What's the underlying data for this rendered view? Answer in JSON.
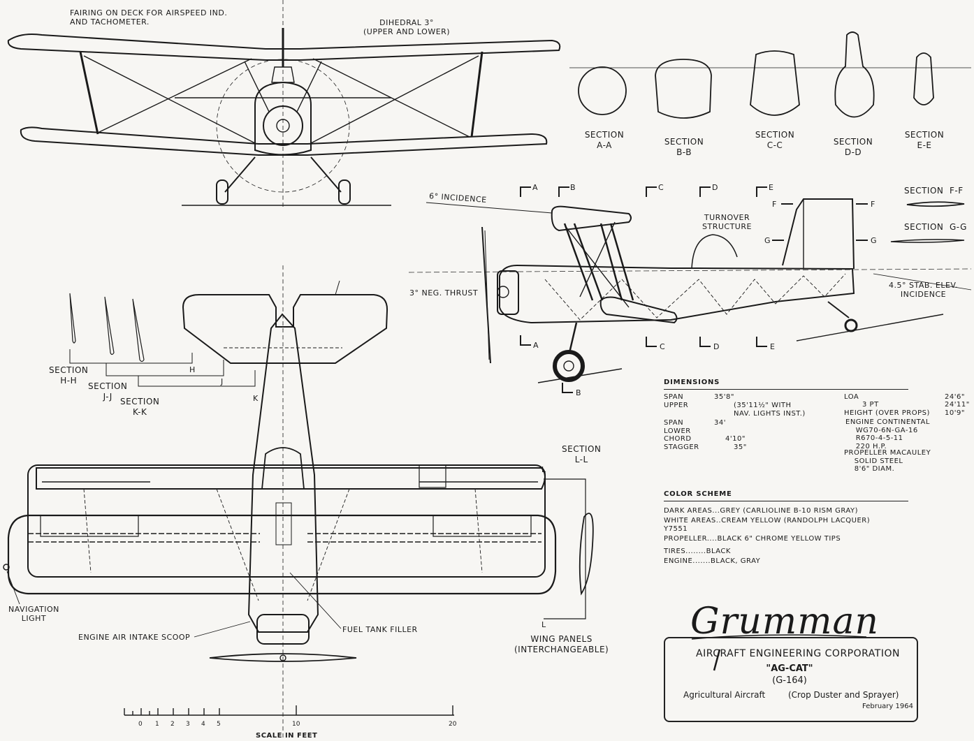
{
  "front_view": {
    "fairing_note": "FAIRING ON DECK FOR AIRSPEED IND.\nAND TACHOMETER.",
    "dihedral_note": "DIHEDRAL 3°\n(UPPER AND LOWER)"
  },
  "sections_top": [
    {
      "id": "a",
      "label": "SECTION\nA-A"
    },
    {
      "id": "b",
      "label": "SECTION\nB-B"
    },
    {
      "id": "c",
      "label": "SECTION\nC-C"
    },
    {
      "id": "d",
      "label": "SECTION\nD-D"
    },
    {
      "id": "e",
      "label": "SECTION\nE-E"
    }
  ],
  "side_view": {
    "incidence": "6° INCIDENCE",
    "turnover": "TURNOVER\nSTRUCTURE",
    "neg_thrust": "3° NEG. THRUST",
    "stab_elev": "4.5° STAB. ELEV.\nINCIDENCE",
    "section_ff": "SECTION  F-F",
    "section_gg": "SECTION  G-G",
    "cut_marks": [
      "A",
      "B",
      "C",
      "D",
      "E",
      "F",
      "G"
    ]
  },
  "plan_view": {
    "section_hh": "SECTION\nH-H",
    "section_jj": "SECTION\nJ-J",
    "section_kk": "SECTION\nK-K",
    "section_ll": "SECTION\nL-L",
    "nav_light": "NAVIGATION\nLIGHT",
    "intake": "ENGINE AIR INTAKE SCOOP",
    "fuel": "FUEL TANK FILLER",
    "panels": "WING PANELS\n(INTERCHANGEABLE)",
    "marks": [
      "H",
      "J",
      "K",
      "L"
    ]
  },
  "scale": {
    "ticks": [
      "0",
      "1",
      "2",
      "3",
      "4",
      "5",
      "10",
      "20"
    ],
    "label": "SCALE IN FEET"
  },
  "dimensions": {
    "heading": "DIMENSIONS",
    "span_upper_label": "SPAN\nUPPER",
    "span_upper_value": "35'8\"",
    "span_upper_note": "(35'11½\" WITH\nNAV. LIGHTS INST.)",
    "span_lower_label": "SPAN\nLOWER",
    "span_lower_value": "34'",
    "chord_label": "CHORD",
    "chord_value": "4'10\"",
    "stagger_label": "STAGGER",
    "stagger_value": "35\"",
    "loa_label": "LOA",
    "loa_value": "24'6\"",
    "pt_label": "3 PT",
    "pt_value": "24'11\"",
    "height_label": "HEIGHT (OVER PROPS)",
    "height_value": "10'9\"",
    "engine": "ENGINE CONTINENTAL\n    WG70-6N-GA-16\n    R670-4-5-11\n    220 H.P.",
    "propeller": "PROPELLER MACAULEY\n    SOLID STEEL\n    8'6\" DIAM."
  },
  "color_scheme": {
    "heading": "COLOR SCHEME",
    "rows": [
      {
        "k": "DARK AREAS...",
        "v": "GREY (CARLIOLINE B-10 RISM GRAY)"
      },
      {
        "k": "WHITE AREAS..",
        "v": "CREAM YELLOW (RANDOLPH LACQUER)\nY7551"
      },
      {
        "k": "PROPELLER....",
        "v": "BLACK 6\" CHROME YELLOW TIPS"
      },
      {
        "k": "TIRES........",
        "v": "BLACK"
      },
      {
        "k": "ENGINE.......",
        "v": "BLACK, GRAY"
      }
    ]
  },
  "title_block": {
    "brand": "Grumman",
    "corp": "AIRCRAFT ENGINEERING CORPORATION",
    "model": "\"AG-CAT\"",
    "gnum": "(G-164)",
    "desc": "Agricultural Aircraft",
    "desc2": "(Crop Duster and Sprayer)",
    "date": "February 1964"
  }
}
